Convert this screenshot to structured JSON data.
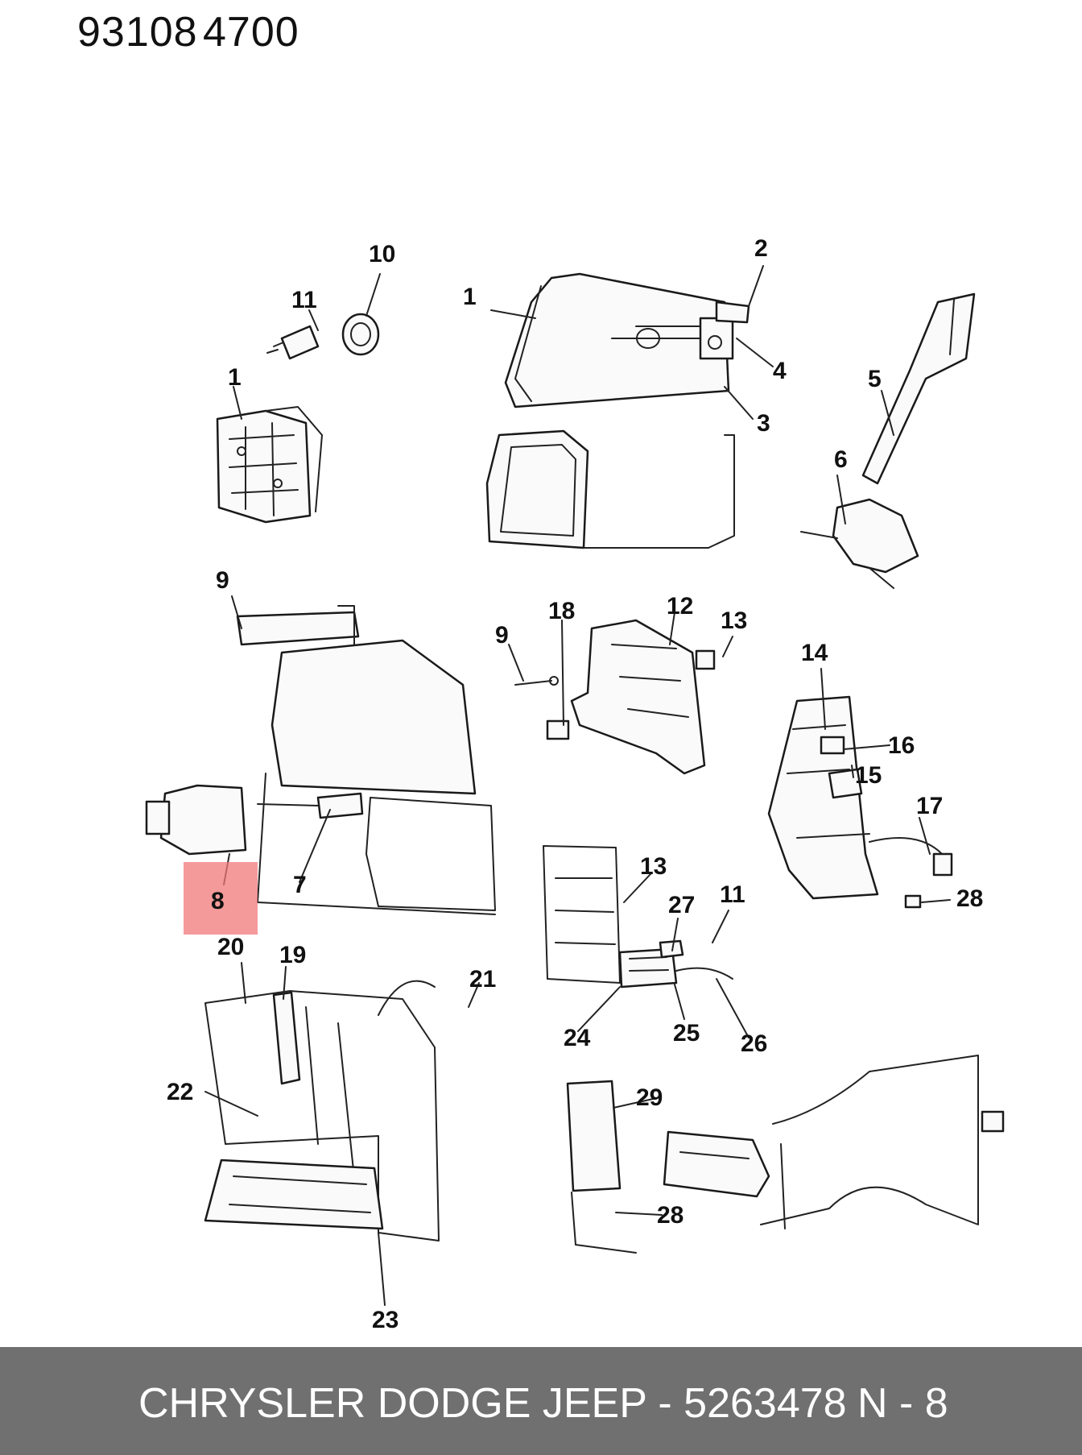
{
  "header": {
    "code_left": "93108",
    "code_right": "4700"
  },
  "footer": {
    "brand_part": "CHRYSLER DODGE JEEP - 5263478",
    "page_ref": "N - 8"
  },
  "diagram": {
    "highlighted_callout": "8",
    "highlight_color": "#f2787a",
    "callouts": {
      "c1a": "1",
      "c1b": "1",
      "c2": "2",
      "c3": "3",
      "c4": "4",
      "c5": "5",
      "c6": "6",
      "c7": "7",
      "c8": "8",
      "c9a": "9",
      "c9b": "9",
      "c10": "10",
      "c11a": "11",
      "c11b": "11",
      "c12": "12",
      "c13a": "13",
      "c13b": "13",
      "c14": "14",
      "c15": "15",
      "c16": "16",
      "c17": "17",
      "c18": "18",
      "c19": "19",
      "c20": "20",
      "c21": "21",
      "c22": "22",
      "c23": "23",
      "c24": "24",
      "c25": "25",
      "c26": "26",
      "c27": "27",
      "c28a": "28",
      "c28b": "28",
      "c29": "29"
    }
  }
}
